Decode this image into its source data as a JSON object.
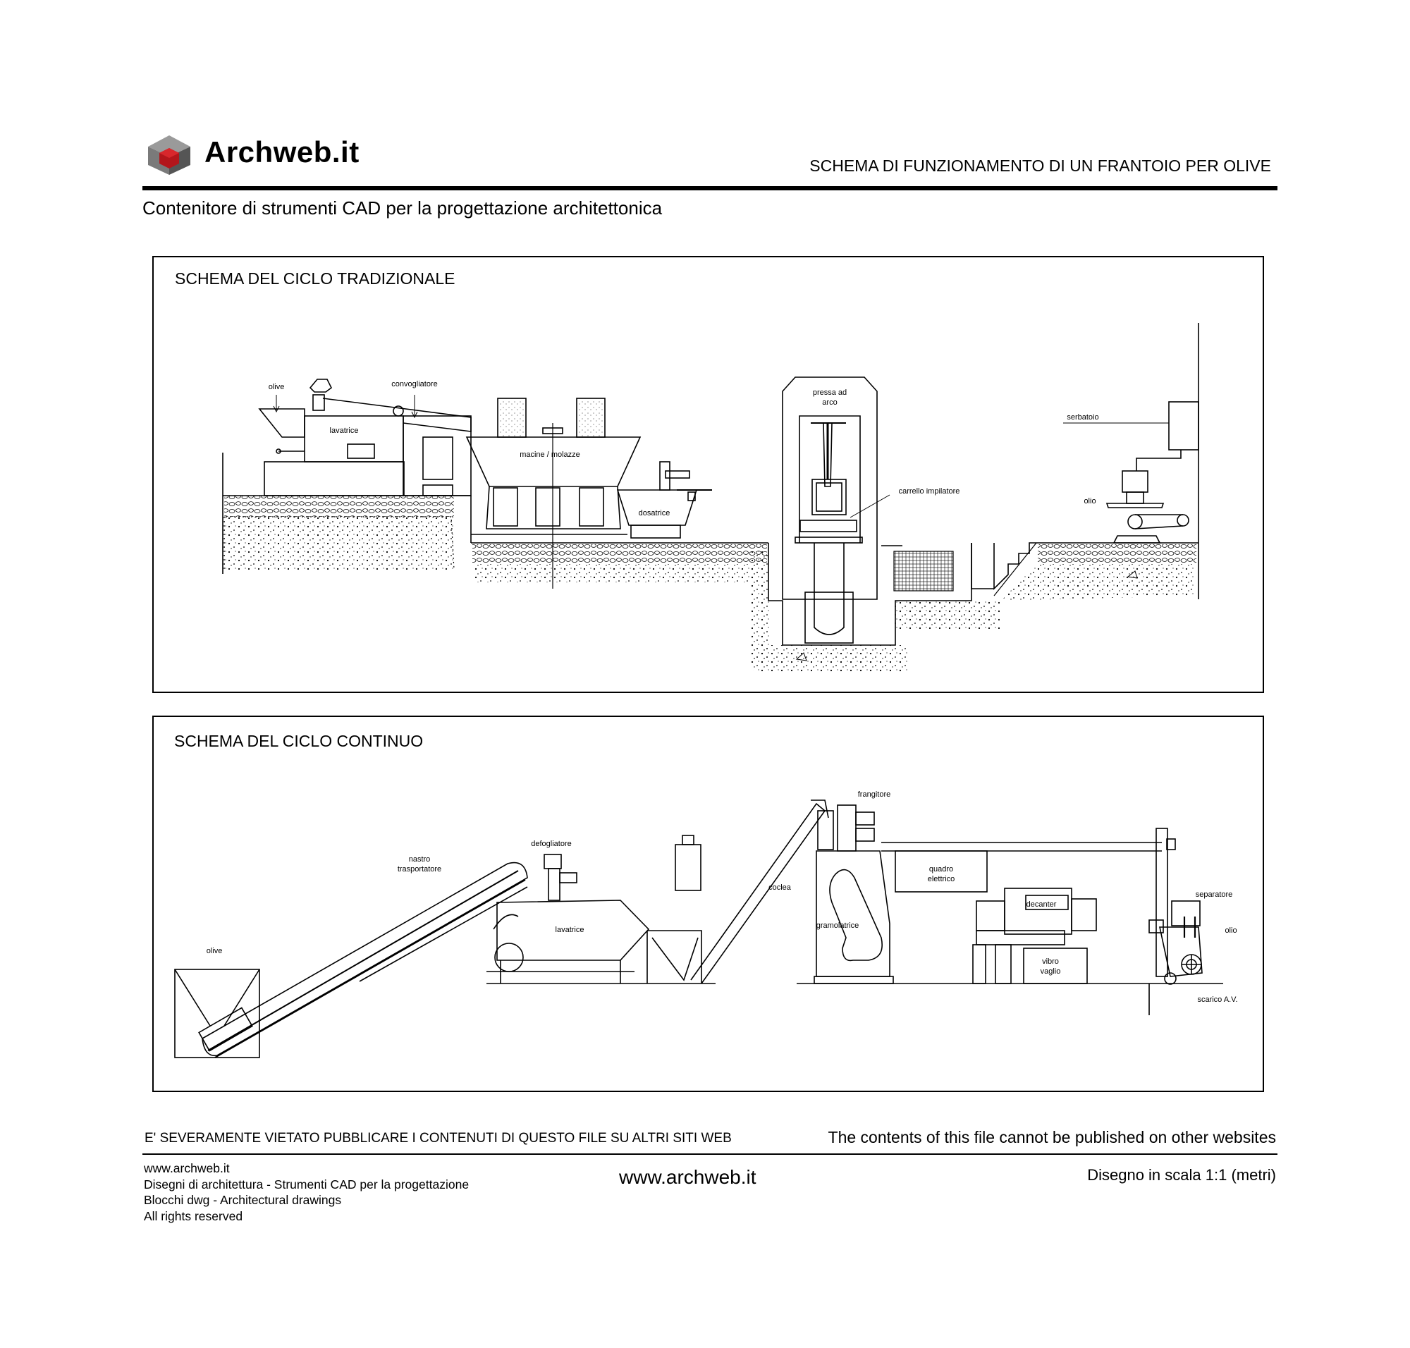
{
  "header": {
    "brand": "Archweb.it",
    "title": "SCHEMA DI FUNZIONAMENTO DI UN FRANTOIO PER OLIVE",
    "subtitle": "Contenitore di strumenti CAD per la progettazione architettonica",
    "logo_colors": {
      "top": "#9a9a9a",
      "left": "#7a7a7a",
      "right": "#555555",
      "core": "#b3161b"
    }
  },
  "panel_traditional": {
    "title": "SCHEMA DEL CICLO TRADIZIONALE",
    "labels": {
      "olive": "olive",
      "convogliatore": "convogliatore",
      "lavatrice": "lavatrice",
      "macine": "macine / molazze",
      "dosatrice": "dosatrice",
      "pressa_1": "pressa ad",
      "pressa_2": "arco",
      "carrello": "carrello impilatore",
      "serbatoio": "serbatoio",
      "olio": "olio"
    }
  },
  "panel_continuous": {
    "title": "SCHEMA DEL CICLO CONTINUO",
    "labels": {
      "olive": "olive",
      "nastro_1": "nastro",
      "nastro_2": "trasportatore",
      "defogliatore": "defogliatore",
      "lavatrice": "lavatrice",
      "coclea": "coclea",
      "frangitore": "frangitore",
      "gramolatrice": "gramolatrice",
      "quadro_1": "quadro",
      "quadro_2": "elettrico",
      "decanter": "decanter",
      "vibro_1": "vibro",
      "vibro_2": "vaglio",
      "separatore": "separatore",
      "olio": "olio",
      "scarico": "scarico A.V."
    }
  },
  "footer": {
    "warning_it": "E' SEVERAMENTE VIETATO PUBBLICARE I CONTENUTI DI QUESTO FILE SU ALTRI SITI WEB",
    "warning_en": "The contents of this file cannot be published on other websites",
    "lines": [
      "www.archweb.it",
      "Disegni di architettura - Strumenti CAD  per la progettazione",
      "Blocchi dwg - Architectural drawings",
      "All rights reserved"
    ],
    "url": "www.archweb.it",
    "scale": "Disegno in scala 1:1 (metri)"
  }
}
